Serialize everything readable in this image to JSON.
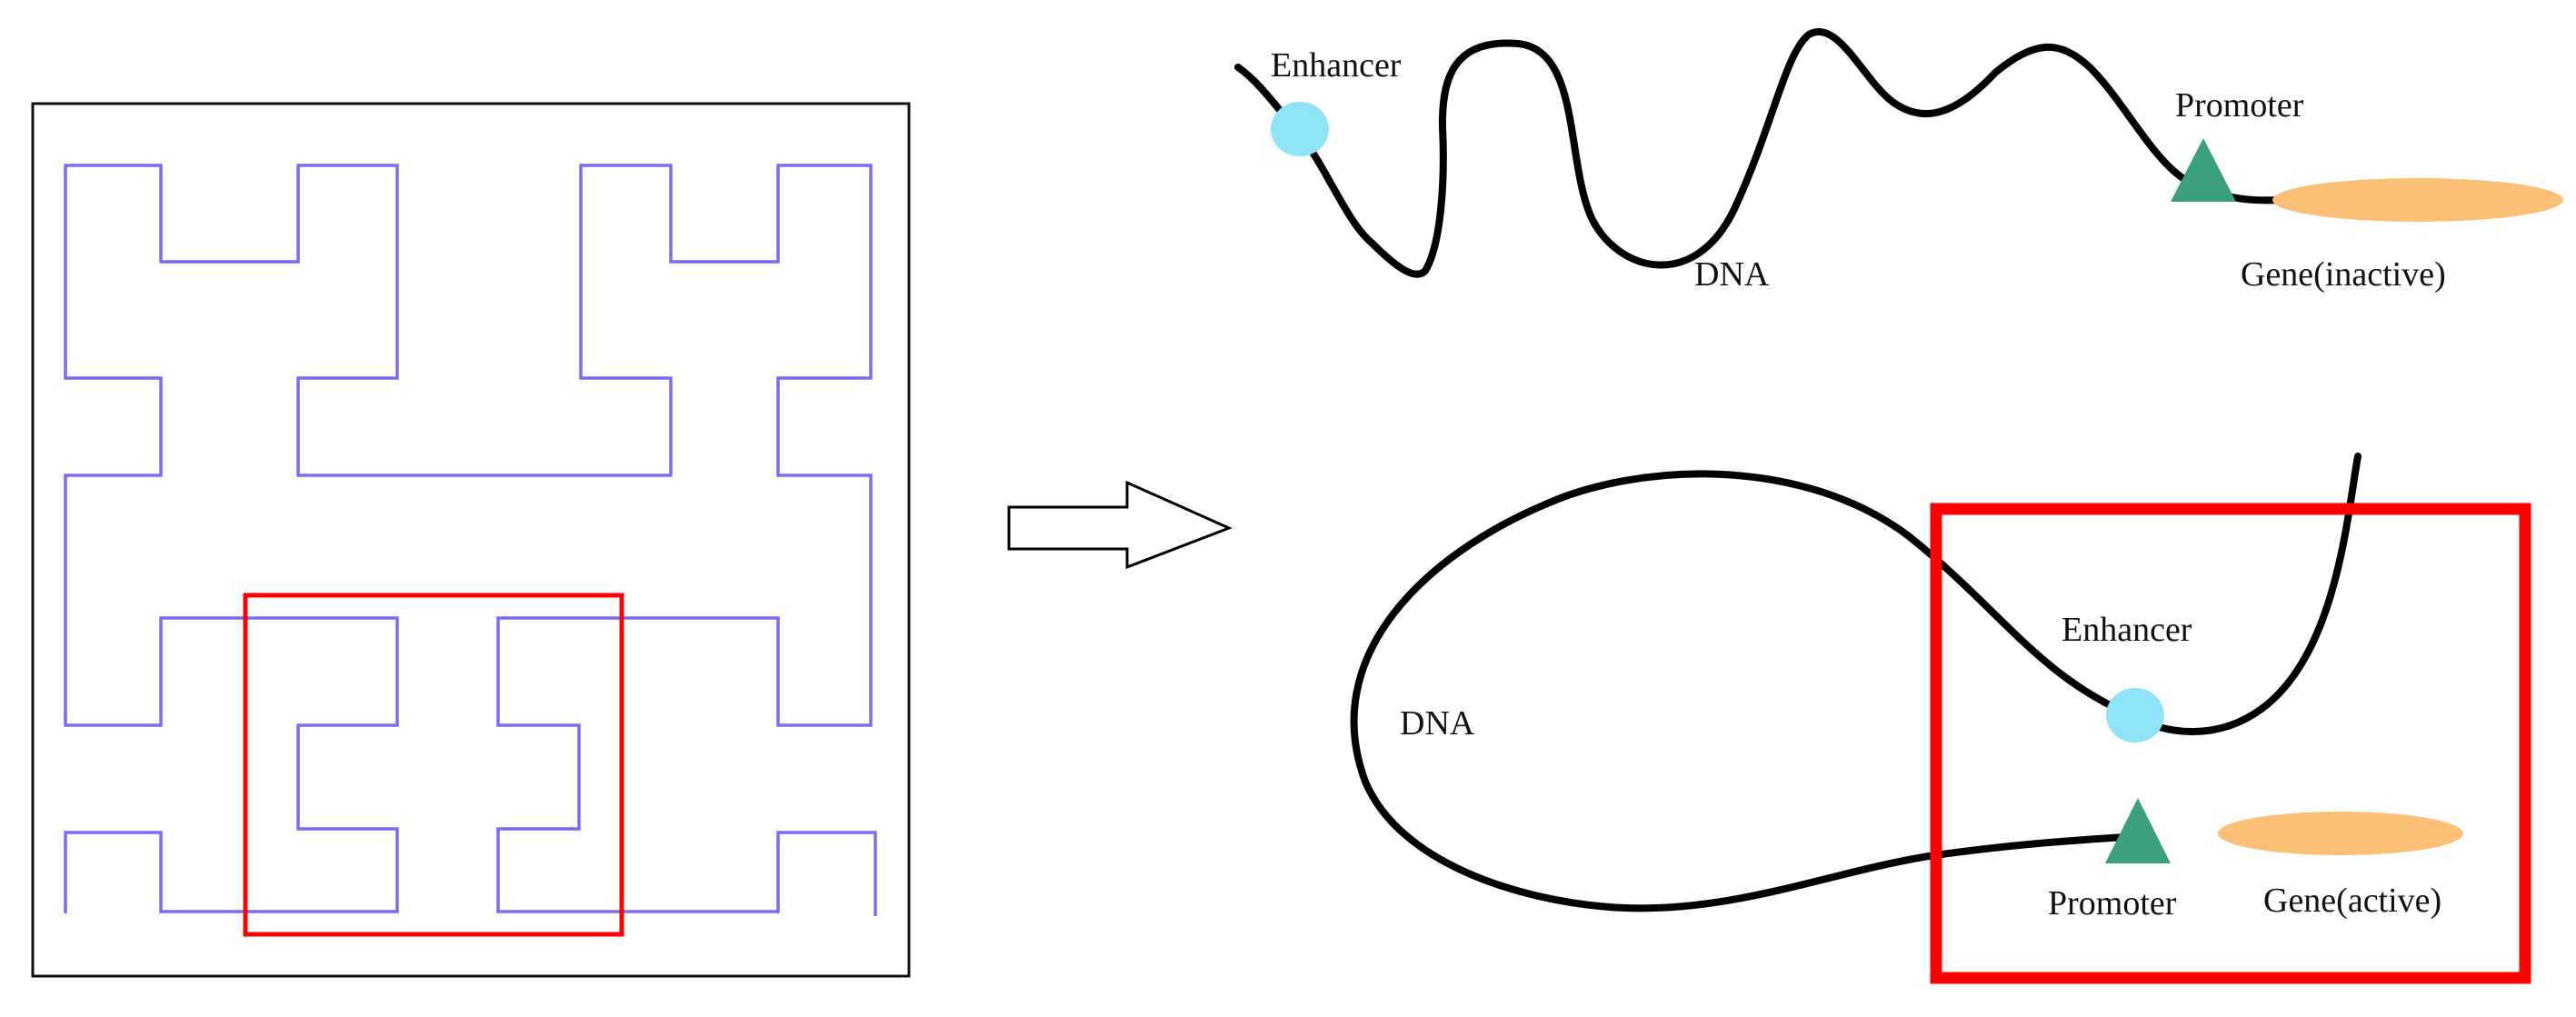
{
  "colors": {
    "hilbert_curve": "#7b6cf0",
    "highlight": "#ff0000",
    "dna_strand": "#000000",
    "enhancer": "#8ee3f7",
    "promoter": "#3aa07f",
    "gene": "#fbbf75",
    "frame": "#111111",
    "arrow_stroke": "#000000",
    "arrow_fill": "#ffffff"
  },
  "icons": {
    "transition_arrow": "hollow-right-arrow-icon",
    "enhancer": "circle",
    "promoter": "triangle",
    "gene": "ellipse"
  },
  "top_panel": {
    "enhancer_label": "Enhancer",
    "promoter_label": "Promoter",
    "dna_label": "DNA",
    "gene_label": "Gene(inactive)"
  },
  "bottom_panel": {
    "enhancer_label": "Enhancer",
    "promoter_label": "Promoter",
    "dna_label": "DNA",
    "gene_label": "Gene(active)"
  }
}
